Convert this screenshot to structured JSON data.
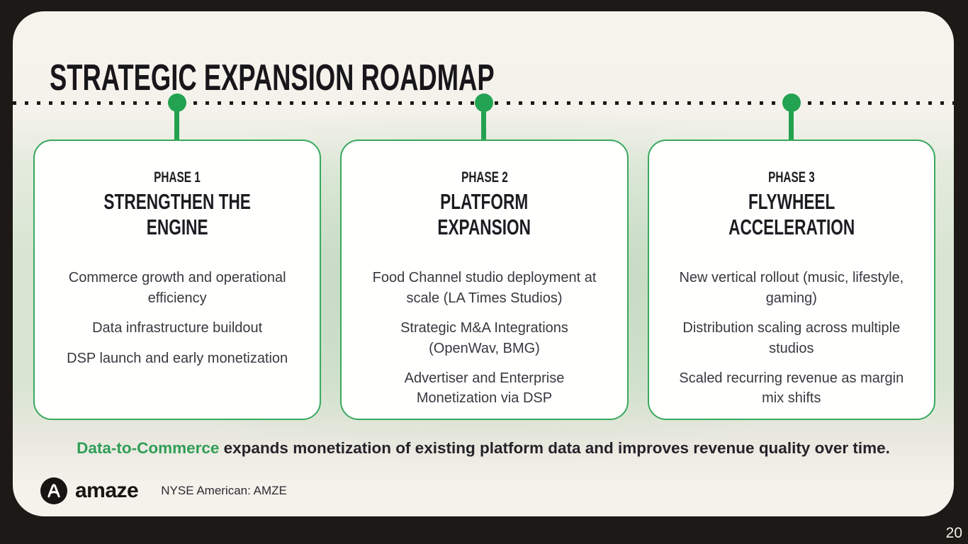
{
  "slide": {
    "title": "STRATEGIC EXPANSION ROADMAP",
    "page_number": "20",
    "colors": {
      "accent_green": "#23a351",
      "card_border_green": "#38a95d",
      "highlight_text_green": "#2f9e57",
      "frame_dark": "#1c1916",
      "slide_cream": "#f5f2ec"
    },
    "phases": [
      {
        "label": "PHASE 1",
        "title": "STRENGTHEN THE ENGINE",
        "items": [
          "Commerce growth and operational efficiency",
          "Data infrastructure buildout",
          "DSP launch and early monetization"
        ]
      },
      {
        "label": "PHASE 2",
        "title": "PLATFORM EXPANSION",
        "items": [
          "Food Channel studio deployment at scale (LA Times Studios)",
          "Strategic M&A Integrations (OpenWav, BMG)",
          "Advertiser and Enterprise Monetization via DSP"
        ]
      },
      {
        "label": "PHASE 3",
        "title": "FLYWHEEL ACCELERATION",
        "items": [
          "New vertical rollout (music, lifestyle, gaming)",
          "Distribution scaling across multiple studios",
          "Scaled recurring revenue as margin mix shifts"
        ]
      }
    ],
    "takeaway": {
      "highlight": "Data-to-Commerce",
      "rest": " expands monetization of existing platform data and improves revenue quality over time."
    },
    "footer": {
      "brand": "amaze",
      "ticker": "NYSE American: AMZE"
    }
  }
}
